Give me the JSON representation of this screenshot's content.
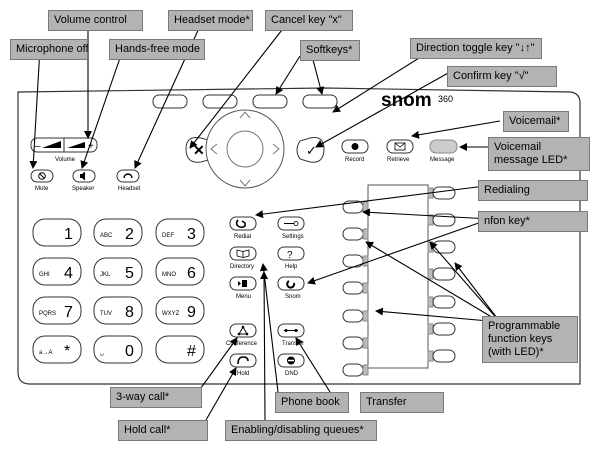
{
  "brand": {
    "logo": "snom",
    "model": "360"
  },
  "keypad": [
    {
      "digit": "1",
      "letters": ""
    },
    {
      "digit": "2",
      "letters": "ABC"
    },
    {
      "digit": "3",
      "letters": "DEF"
    },
    {
      "digit": "4",
      "letters": "GHI"
    },
    {
      "digit": "5",
      "letters": "JKL"
    },
    {
      "digit": "6",
      "letters": "MNO"
    },
    {
      "digit": "7",
      "letters": "PQRS"
    },
    {
      "digit": "8",
      "letters": "TUV"
    },
    {
      "digit": "9",
      "letters": "WXYZ"
    },
    {
      "digit": "*",
      "letters": "a→A"
    },
    {
      "digit": "0",
      "letters": "␣"
    },
    {
      "digit": "#",
      "letters": ""
    }
  ],
  "keys": {
    "volume": "Volume",
    "mute": "Mute",
    "speaker": "Speaker",
    "headset": "Headset",
    "record": "Record",
    "retrieve": "Retrieve",
    "message": "Message",
    "redial": "Redial",
    "settings": "Settings",
    "directory": "Directory",
    "help": "Help",
    "menu": "Menu",
    "snom": "Snom",
    "conference": "Conference",
    "transfer": "Transfer",
    "hold": "Hold",
    "dnd": "DND"
  },
  "callouts": {
    "microphone_off": "Microphone off",
    "volume_control": "Volume control",
    "headset_mode": "Headset mode*",
    "cancel_key": "Cancel key \"x\"",
    "softkeys": "Softkeys*",
    "direction_toggle": "Direction toggle key \"↓↑\"",
    "hands_free": "Hands-free mode",
    "confirm_key": "Confirm key \"√\"",
    "voicemail": "Voicemail*",
    "voicemail_led": "Voicemail message LED*",
    "redialing": "Redialing",
    "nfon_key": "nfon key*",
    "programmable": "Programmable function keys (with LED)*",
    "three_way": "3-way call*",
    "phone_book": "Phone book",
    "transfer": "Transfer",
    "hold_call": "Hold call*",
    "queues": "Enabling/disabling queues*"
  }
}
